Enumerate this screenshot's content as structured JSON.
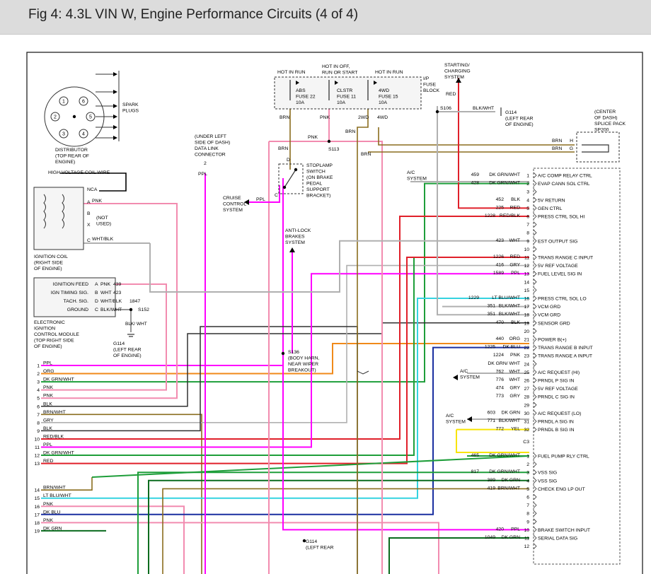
{
  "figure_title": "Fig 4: 4.3L VIN W, Engine Performance Circuits (4 of 4)",
  "colors": {
    "pink": "#f28cb0",
    "magenta": "#ff00ff",
    "green": "#1e9e3a",
    "dk_green": "#0a6b1e",
    "red": "#e0202a",
    "blue": "#1a2fa0",
    "lt_blue": "#35d3e0",
    "tan": "#8a6d1e",
    "gray": "#b0b0b0",
    "orange": "#f08a1a",
    "yellow": "#f7e400",
    "black": "#303030",
    "frame": "#222222",
    "box_fill": "#f5f5f5"
  },
  "labels": {
    "spark_plugs": [
      "SPARK",
      "PLUGS"
    ],
    "distributor": [
      "DISTRIBUTOR",
      "(TOP REAR OF",
      "ENGINE)"
    ],
    "hv_coil_wire": "HIGH VOLTAGE COIL WIRE",
    "nca": "NCA",
    "not_used": [
      "(NOT",
      "USED)"
    ],
    "ignition_coil": [
      "IGNITION COIL",
      "(RIGHT SIDE",
      "OF ENGINE)"
    ],
    "icm_title": [
      "ELECTRONIC",
      "IGNITION",
      "CONTROL MODULE",
      "(TOP RIGHT SIDE",
      "OF ENGINE)"
    ],
    "dlc": [
      "(UNDER LEFT",
      "SIDE OF DASH)",
      "DATA LINK",
      "CONNECTOR"
    ],
    "stoplamp": [
      "STOPLAMP",
      "SWITCH",
      "(ON BRAKE",
      "PEDAL",
      "SUPPORT",
      "BRACKET)"
    ],
    "cruise": [
      "CRUISE",
      "CONTROL",
      "SYSTEM"
    ],
    "abs": [
      "ANTI-LOCK",
      "BRAKES",
      "SYSTEM"
    ],
    "s136": [
      "S136",
      "(BODY HARN,",
      "NEAR WIPER",
      "BREAKOUT)"
    ],
    "hot_in_run_1": "HOT IN RUN",
    "hot_in_off": [
      "HOT IN OFF,",
      "RUN OR START"
    ],
    "hot_in_run_2": "HOT IN RUN",
    "fuse_abs": [
      "ABS",
      "FUSE 22",
      "10A"
    ],
    "fuse_clstr": [
      "CLSTR",
      "FUSE 11",
      "10A"
    ],
    "fuse_4wd": [
      "4WD",
      "FUSE 15",
      "10A"
    ],
    "ip_fuse_block": [
      "I/P",
      "FUSE",
      "BLOCK"
    ],
    "starting": [
      "STARTING/",
      "CHARGING",
      "SYSTEM"
    ],
    "g114_top": [
      "G114",
      "(LEFT REAR",
      "OF ENGINE)"
    ],
    "splice_pack": [
      "(CENTER",
      "OF DASH)",
      "SPLICE PACK",
      "SP200"
    ],
    "s106": "S106",
    "s113": "S113",
    "s152": "S152",
    "g114_mid": [
      "G114",
      "(LEFT REAR",
      "OF ENGINE)"
    ],
    "g114_bot": [
      "G114",
      "(LEFT REAR"
    ],
    "ac_system": [
      "A/C",
      "SYSTEM"
    ],
    "c3": "C3",
    "wire_red": "RED",
    "wire_brn": "BRN",
    "wire_pnk": "PNK",
    "wire_ppl": "PPL",
    "wire_2wd": "2WD",
    "wire_4wd": "4WD",
    "wire_blkwht": "BLK/WHT",
    "wire_pnk_coil": "PNK",
    "wire_wht_blk": "WHT/BLK",
    "pin_a": "A",
    "pin_b": "B",
    "pin_c": "C",
    "pin_x": "X",
    "pin_d": "D",
    "pin_2": "2",
    "pin_h": "H",
    "pin_g": "G",
    "blk_wht_vert": "BLK/ WHT"
  },
  "icm_rows": [
    {
      "name": "IGNITION FEED",
      "pin": "A",
      "wire": "PNK",
      "circuit": "439"
    },
    {
      "name": "IGN TIMING SIG.",
      "pin": "B",
      "wire": "WHT",
      "circuit": "423"
    },
    {
      "name": "TACH. SIG.",
      "pin": "D",
      "wire": "WHT/BLK",
      "circuit": "1847"
    },
    {
      "name": "GROUND",
      "pin": "C",
      "wire": "BLK/WHT",
      "circuit": ""
    }
  ],
  "left_harness": [
    {
      "pin": "1",
      "wire": "PPL"
    },
    {
      "pin": "2",
      "wire": "ORG"
    },
    {
      "pin": "3",
      "wire": "DK GRN/WHT"
    },
    {
      "pin": "4",
      "wire": "PNK"
    },
    {
      "pin": "5",
      "wire": "PNK"
    },
    {
      "pin": "6",
      "wire": "BLK"
    },
    {
      "pin": "7",
      "wire": "BRN/WHT"
    },
    {
      "pin": "8",
      "wire": "GRY"
    },
    {
      "pin": "9",
      "wire": "BLK"
    },
    {
      "pin": "10",
      "wire": "RED/BLK"
    },
    {
      "pin": "11",
      "wire": "PPL"
    },
    {
      "pin": "12",
      "wire": "DK GRN/WHT"
    },
    {
      "pin": "13",
      "wire": "RED"
    },
    {
      "pin": "14",
      "wire": "BRN/WHT"
    },
    {
      "pin": "15",
      "wire": "LT BLU/WHT"
    },
    {
      "pin": "16",
      "wire": "PNK"
    },
    {
      "pin": "17",
      "wire": "DK BLU"
    },
    {
      "pin": "18",
      "wire": "PNK"
    },
    {
      "pin": "19",
      "wire": "DK GRN"
    }
  ],
  "pcm_c2": [
    {
      "circuit": "459",
      "wire": "DK GRN/WHT",
      "pin": "1",
      "func": "A/C COMP RELAY CTRL"
    },
    {
      "circuit": "428",
      "wire": "DK GRN/WHT",
      "pin": "2",
      "func": "EVAP CANN SOL CTRL"
    },
    {
      "circuit": "",
      "wire": "",
      "pin": "3",
      "func": ""
    },
    {
      "circuit": "452",
      "wire": "BLK",
      "pin": "4",
      "func": "5V RETURN"
    },
    {
      "circuit": "225",
      "wire": "RED",
      "pin": "5",
      "func": "GEN CTRL"
    },
    {
      "circuit": "1228",
      "wire": "RED/BLK",
      "pin": "6",
      "func": "PRESS CTRL SOL HI"
    },
    {
      "circuit": "",
      "wire": "",
      "pin": "7",
      "func": ""
    },
    {
      "circuit": "",
      "wire": "",
      "pin": "8",
      "func": ""
    },
    {
      "circuit": "423",
      "wire": "WHT",
      "pin": "9",
      "func": "EST OUTPUT SIG"
    },
    {
      "circuit": "",
      "wire": "",
      "pin": "10",
      "func": ""
    },
    {
      "circuit": "1226",
      "wire": "RED",
      "pin": "11",
      "func": "TRANS RANGE C INPUT"
    },
    {
      "circuit": "416",
      "wire": "GRY",
      "pin": "12",
      "func": "5V REF VOLTAGE"
    },
    {
      "circuit": "1589",
      "wire": "PPL",
      "pin": "13",
      "func": "FUEL LEVEL SIG IN"
    },
    {
      "circuit": "",
      "wire": "",
      "pin": "14",
      "func": ""
    },
    {
      "circuit": "",
      "wire": "",
      "pin": "15",
      "func": ""
    },
    {
      "circuit": "1229",
      "wire": "LT BLU/WHT",
      "pin": "16",
      "func": "PRESS CTRL SOL LO"
    },
    {
      "circuit": "351",
      "wire": "BLK/WHT",
      "pin": "17",
      "func": "VCM GRD"
    },
    {
      "circuit": "351",
      "wire": "BLK/WHT",
      "pin": "18",
      "func": "VCM GRD"
    },
    {
      "circuit": "470",
      "wire": "BLK",
      "pin": "19",
      "func": "SENSOR GRD"
    },
    {
      "circuit": "",
      "wire": "",
      "pin": "20",
      "func": ""
    },
    {
      "circuit": "440",
      "wire": "ORG",
      "pin": "21",
      "func": "POWER B(+)"
    },
    {
      "circuit": "1225",
      "wire": "DK BLU",
      "pin": "22",
      "func": "TRANS RANGE B INPUT"
    },
    {
      "circuit": "1224",
      "wire": "PNK",
      "pin": "23",
      "func": "TRANS RANGE A INPUT"
    },
    {
      "circuit": "",
      "wire": "DK GRN/ WHT",
      "pin": "24",
      "func": ""
    },
    {
      "circuit": "762",
      "wire": "WHT",
      "pin": "25",
      "func": "A/C REQUEST (HI)"
    },
    {
      "circuit": "776",
      "wire": "WHT",
      "pin": "26",
      "func": "PRNDL P SIG IN"
    },
    {
      "circuit": "474",
      "wire": "GRY",
      "pin": "27",
      "func": "5V REF VOLTAGE"
    },
    {
      "circuit": "773",
      "wire": "GRY",
      "pin": "28",
      "func": "PRNDL C SIG IN"
    },
    {
      "circuit": "",
      "wire": "",
      "pin": "29",
      "func": ""
    },
    {
      "circuit": "603",
      "wire": "DK GRN",
      "pin": "30",
      "func": "A/C REQUEST (LO)"
    },
    {
      "circuit": "771",
      "wire": "BLK/WHT",
      "pin": "31",
      "func": "PRNDL A SIG IN"
    },
    {
      "circuit": "772",
      "wire": "YEL",
      "pin": "32",
      "func": "PRNDL B SIG IN"
    }
  ],
  "pcm_c3": [
    {
      "circuit": "465",
      "wire": "DK GRN/WHT",
      "pin": "1",
      "func": "FUEL PUMP RLY CTRL"
    },
    {
      "circuit": "",
      "wire": "",
      "pin": "2",
      "func": ""
    },
    {
      "circuit": "817",
      "wire": "DK GRN/WHT",
      "pin": "3",
      "func": "VSS SIG"
    },
    {
      "circuit": "389",
      "wire": "DK GRN",
      "pin": "4",
      "func": "VSS SIG"
    },
    {
      "circuit": "419",
      "wire": "BRN/WHT",
      "pin": "5",
      "func": "CHECK ENG LP OUT"
    },
    {
      "circuit": "",
      "wire": "",
      "pin": "6",
      "func": ""
    },
    {
      "circuit": "",
      "wire": "",
      "pin": "7",
      "func": ""
    },
    {
      "circuit": "",
      "wire": "",
      "pin": "8",
      "func": ""
    },
    {
      "circuit": "",
      "wire": "",
      "pin": "9",
      "func": ""
    },
    {
      "circuit": "420",
      "wire": "PPL",
      "pin": "10",
      "func": "BRAKE SWITCH INPUT"
    },
    {
      "circuit": "1049",
      "wire": "DK GRN",
      "pin": "11",
      "func": "SERIAL DATA SIG"
    },
    {
      "circuit": "",
      "wire": "",
      "pin": "12",
      "func": ""
    }
  ]
}
